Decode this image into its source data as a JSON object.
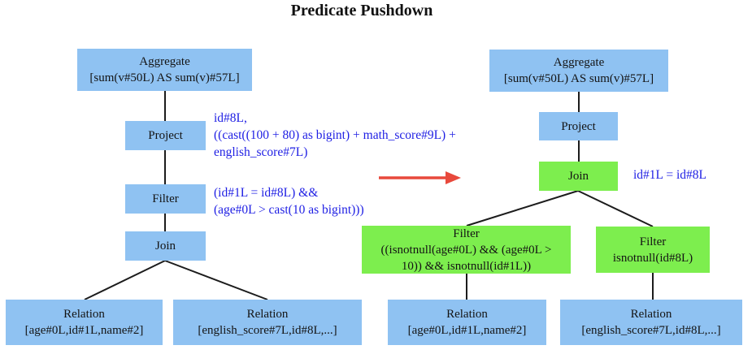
{
  "title": "Predicate Pushdown",
  "colors": {
    "node_blue": "#8fc2f2",
    "node_green": "#7dee4e",
    "arrow_red": "#e8493c",
    "note_blue": "#1e1ee4",
    "edge_black": "#1c1c1c"
  },
  "left_tree": {
    "aggregate": {
      "label": "Aggregate",
      "detail": "[sum(v#50L) AS sum(v)#57L]"
    },
    "project": {
      "label": "Project"
    },
    "project_note": "id#8L,\n((cast((100 + 80) as bigint) + math_score#9L) +\nenglish_score#7L)",
    "filter": {
      "label": "Filter"
    },
    "filter_note": "(id#1L = id#8L) &&\n(age#0L > cast(10 as bigint)))",
    "join": {
      "label": "Join"
    },
    "relation_left": {
      "label": "Relation",
      "detail": "[age#0L,id#1L,name#2]"
    },
    "relation_right": {
      "label": "Relation",
      "detail": "[english_score#7L,id#8L,...]"
    }
  },
  "right_tree": {
    "aggregate": {
      "label": "Aggregate",
      "detail": "[sum(v#50L) AS sum(v)#57L]"
    },
    "project": {
      "label": "Project"
    },
    "join": {
      "label": "Join"
    },
    "join_note": "id#1L = id#8L",
    "filter_left": {
      "label": "Filter",
      "detail": "((isnotnull(age#0L) && (age#0L >\n10)) && isnotnull(id#1L))"
    },
    "filter_right": {
      "label": "Filter",
      "detail": "isnotnull(id#8L)"
    },
    "relation_left": {
      "label": "Relation",
      "detail": "[age#0L,id#1L,name#2]"
    },
    "relation_right": {
      "label": "Relation",
      "detail": "[english_score#7L,id#8L,...]"
    }
  }
}
